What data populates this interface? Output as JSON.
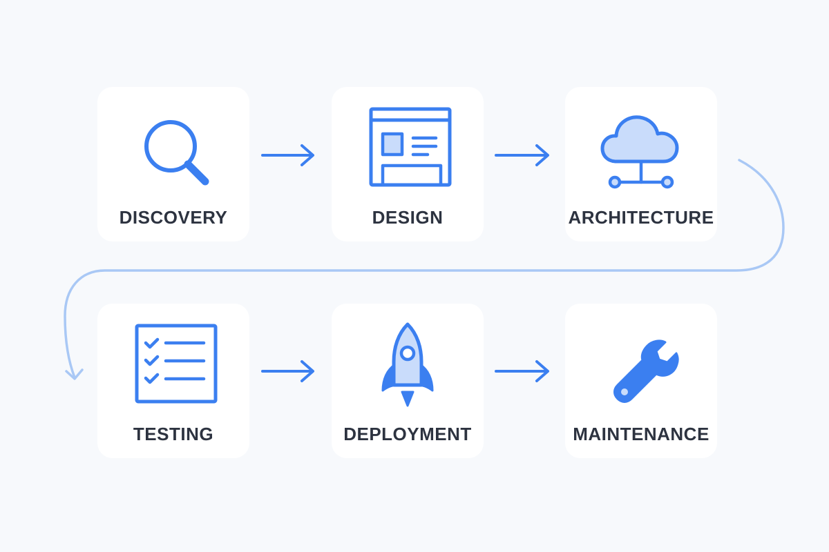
{
  "diagram": {
    "steps": [
      {
        "id": "discovery",
        "label": "DISCOVERY",
        "icon": "magnifying-glass-icon"
      },
      {
        "id": "design",
        "label": "DESIGN",
        "icon": "browser-window-icon"
      },
      {
        "id": "architecture",
        "label": "ARCHITECTURE",
        "icon": "cloud-network-icon"
      },
      {
        "id": "testing",
        "label": "TESTING",
        "icon": "checklist-icon"
      },
      {
        "id": "deployment",
        "label": "DEPLOYMENT",
        "icon": "rocket-icon"
      },
      {
        "id": "maintenance",
        "label": "MAINTENANCE",
        "icon": "wrench-icon"
      }
    ],
    "flow": [
      [
        "discovery",
        "design"
      ],
      [
        "design",
        "architecture"
      ],
      [
        "architecture",
        "testing"
      ],
      [
        "testing",
        "deployment"
      ],
      [
        "deployment",
        "maintenance"
      ]
    ]
  },
  "colors": {
    "background": "#f7f9fc",
    "card": "#ffffff",
    "accent": "#3b7ff0",
    "accent_light": "#c9dcfb",
    "connector_light": "#a9c8f5",
    "label_text": "#2d3340"
  }
}
